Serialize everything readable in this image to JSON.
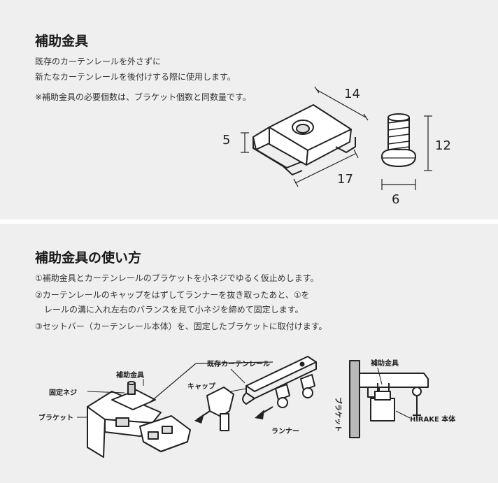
{
  "section1": {
    "title": "補助金具",
    "line1": "既存のカーテンレールを外さずに",
    "line2": "新たなカーテンレールを後付けする際に使用します。",
    "note": "※補助金具の必要個数は、ブラケット個数と同数量です。",
    "dims": {
      "w": "14",
      "h": "5",
      "d": "17",
      "screw_len": "12",
      "screw_dia": "6"
    }
  },
  "section2": {
    "title": "補助金具の使い方",
    "step1": "①補助金具とカーテンレールのブラケットを小ネジでゆるく仮止めします。",
    "step2a": "②カーテンレールのキャップをはずしてランナーを抜き取ったあと、①を",
    "step2b": "レールの溝に入れ左右のバランスを見て小ネジを締めて固定します。",
    "step3": "③セットバー（カーテンレール本体）を、固定したブラケットに取付けます。",
    "labels": {
      "hojo": "補助金具",
      "kotei_neji": "固定ネジ",
      "bracket": "ブラケット",
      "kizon_rail": "既存カーテンレール",
      "cap": "キャップ",
      "runner": "ランナー",
      "hojo2": "補助金具",
      "bracket_v": "ブラケット",
      "hirake": "HiRAKE 本体"
    }
  }
}
